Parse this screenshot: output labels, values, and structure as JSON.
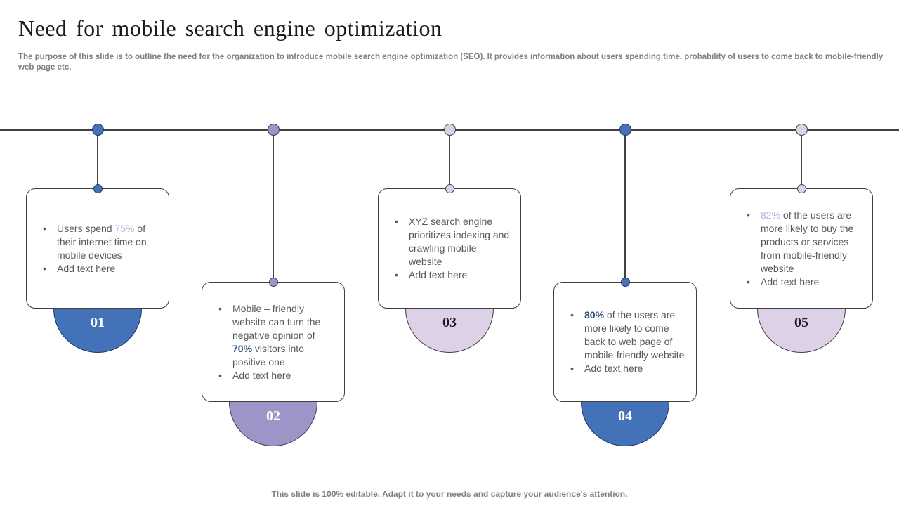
{
  "header": {
    "title": "Need for mobile search engine optimization",
    "subtitle": "The purpose of this slide is to outline the need for the organization to introduce mobile search engine optimization (SEO). It provides information about users spending time, probability of users to come back to mobile-friendly web page etc."
  },
  "theme": {
    "outline": "#404040",
    "body_text": "#595959",
    "accent_light": "#c3aed6",
    "accent_navy": "#2e4d7b",
    "blue": {
      "fill": "#4472b8",
      "border": "#1f3864",
      "number": "#ffffff"
    },
    "purple": {
      "fill": "#9d94c8",
      "border": "#3f3a5a",
      "number": "#ffffff"
    },
    "lavender": {
      "fill": "#ddd1e7",
      "border": "#404040",
      "number": "#1a1a1a"
    }
  },
  "cards": [
    {
      "number": "01",
      "theme": "blue",
      "bullets": [
        {
          "segments": [
            {
              "text": "Users spend "
            },
            {
              "text": "75%",
              "style": "accent_light"
            },
            {
              "text": " of their internet time on mobile devices"
            }
          ]
        },
        {
          "segments": [
            {
              "text": "Add text here"
            }
          ]
        }
      ]
    },
    {
      "number": "02",
      "theme": "purple",
      "bullets": [
        {
          "segments": [
            {
              "text": "Mobile – friendly website can turn the negative opinion of "
            },
            {
              "text": "70%",
              "style": "accent_navy",
              "weight": "bold"
            },
            {
              "text": " visitors into positive one"
            }
          ]
        },
        {
          "segments": [
            {
              "text": "Add text here"
            }
          ]
        }
      ]
    },
    {
      "number": "03",
      "theme": "lavender",
      "bullets": [
        {
          "segments": [
            {
              "text": "XYZ search engine prioritizes indexing and crawling mobile website"
            }
          ]
        },
        {
          "segments": [
            {
              "text": "Add text here"
            }
          ]
        }
      ]
    },
    {
      "number": "04",
      "theme": "blue",
      "bullets": [
        {
          "segments": [
            {
              "text": "80%",
              "style": "accent_navy",
              "weight": "bold"
            },
            {
              "text": " of the users are more likely to come back to web page of mobile-friendly website"
            }
          ]
        },
        {
          "segments": [
            {
              "text": "Add text here"
            }
          ]
        }
      ]
    },
    {
      "number": "05",
      "theme": "lavender",
      "bullets": [
        {
          "segments": [
            {
              "text": "82%",
              "style": "accent_light"
            },
            {
              "text": " of the users are more likely to buy the products or services from mobile-friendly website"
            }
          ]
        },
        {
          "segments": [
            {
              "text": "Add text here"
            }
          ]
        }
      ]
    }
  ],
  "footer": {
    "note": "This slide is 100% editable. Adapt it to your needs and capture your audience's attention."
  }
}
